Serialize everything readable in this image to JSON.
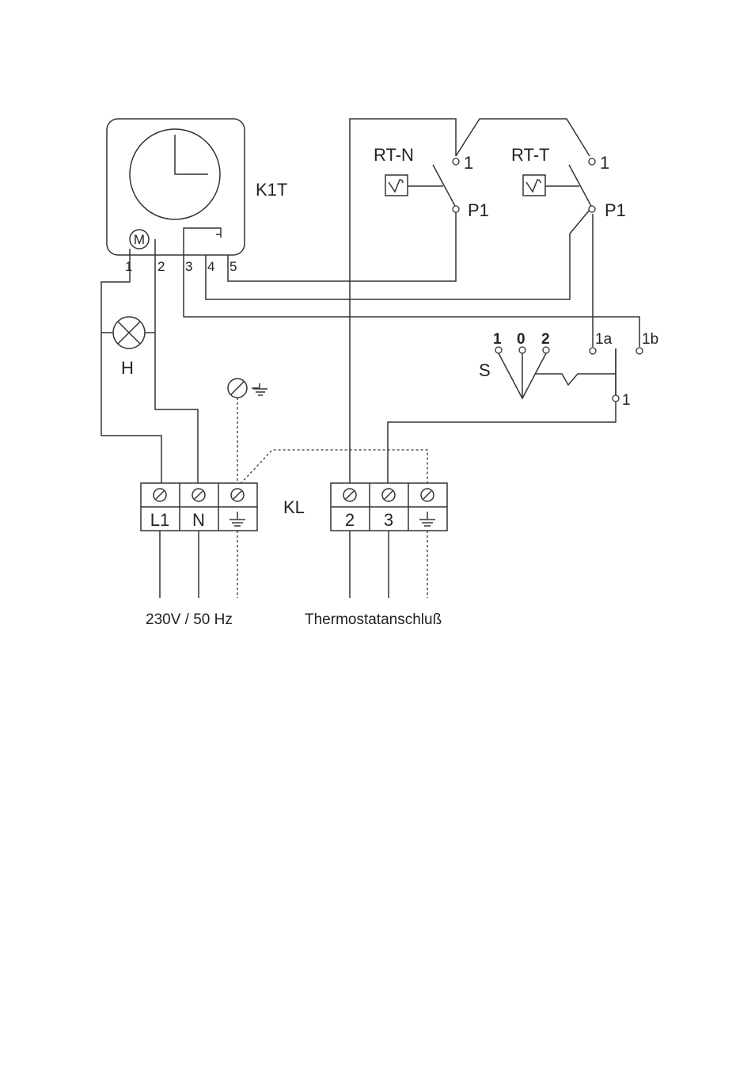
{
  "k1t": {
    "label": "K1T",
    "motor_label": "M",
    "terminals": [
      "1",
      "2",
      "3",
      "4",
      "5"
    ]
  },
  "lamp_label": "H",
  "rt_n": {
    "label": "RT-N",
    "contact_1": "1",
    "contact_p1": "P1"
  },
  "rt_t": {
    "label": "RT-T",
    "contact_1": "1",
    "contact_p1": "P1"
  },
  "switch_s": {
    "label": "S",
    "positions": [
      "1",
      "0",
      "2"
    ],
    "contact_1a": "1a",
    "contact_1b": "1b",
    "contact_1": "1"
  },
  "terminal_block_label": "KL",
  "terminal_block_left": [
    "L1",
    "N"
  ],
  "terminal_block_right": [
    "2",
    "3"
  ],
  "bottom_labels": {
    "supply": "230V / 50 Hz",
    "thermostat": "Thermostatanschluß"
  }
}
